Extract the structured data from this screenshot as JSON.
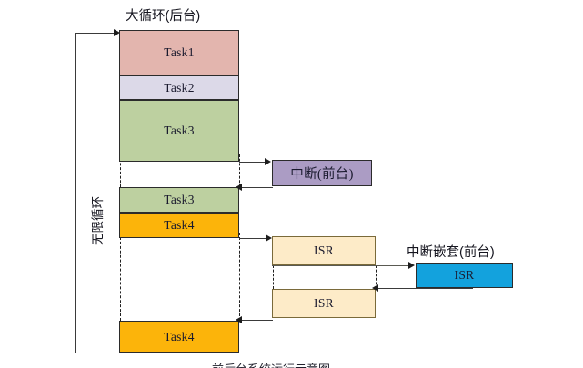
{
  "diagram": {
    "title_top": "大循环(后台)",
    "label_loop_vertical": "无限循环",
    "label_interrupt": "中断(前台)",
    "label_nested_interrupt": "中断嵌套(前台)",
    "caption_bottom": "前后台系统运行示意图"
  },
  "colors": {
    "task1": "#e3b5ae",
    "task2": "#dcd9e8",
    "task3": "#bdd0a0",
    "task4": "#fcb40a",
    "interrupt": "#ab9cc4",
    "isr": "#fdebc8",
    "isr_nested": "#13a2dd",
    "outline": "#2b2b2b",
    "isr_outline": "#7a6a3a",
    "line": "#3a3a3a"
  },
  "background_column": {
    "name": "大循环(后台)",
    "blocks": [
      {
        "label": "Task1",
        "fill": "task1"
      },
      {
        "label": "Task2",
        "fill": "task2"
      },
      {
        "label": "Task3",
        "fill": "task3"
      },
      {
        "label": "Task3",
        "fill": "task3"
      },
      {
        "label": "Task4",
        "fill": "task4"
      },
      {
        "label": "Task4",
        "fill": "task4"
      }
    ]
  },
  "foreground": {
    "interrupt_box": {
      "label": "中断(前台)",
      "fill": "interrupt"
    },
    "isr_boxes": [
      {
        "label": "ISR",
        "fill": "isr"
      },
      {
        "label": "ISR",
        "fill": "isr"
      }
    ],
    "nested_isr_box": {
      "label": "ISR",
      "fill": "isr_nested"
    }
  }
}
